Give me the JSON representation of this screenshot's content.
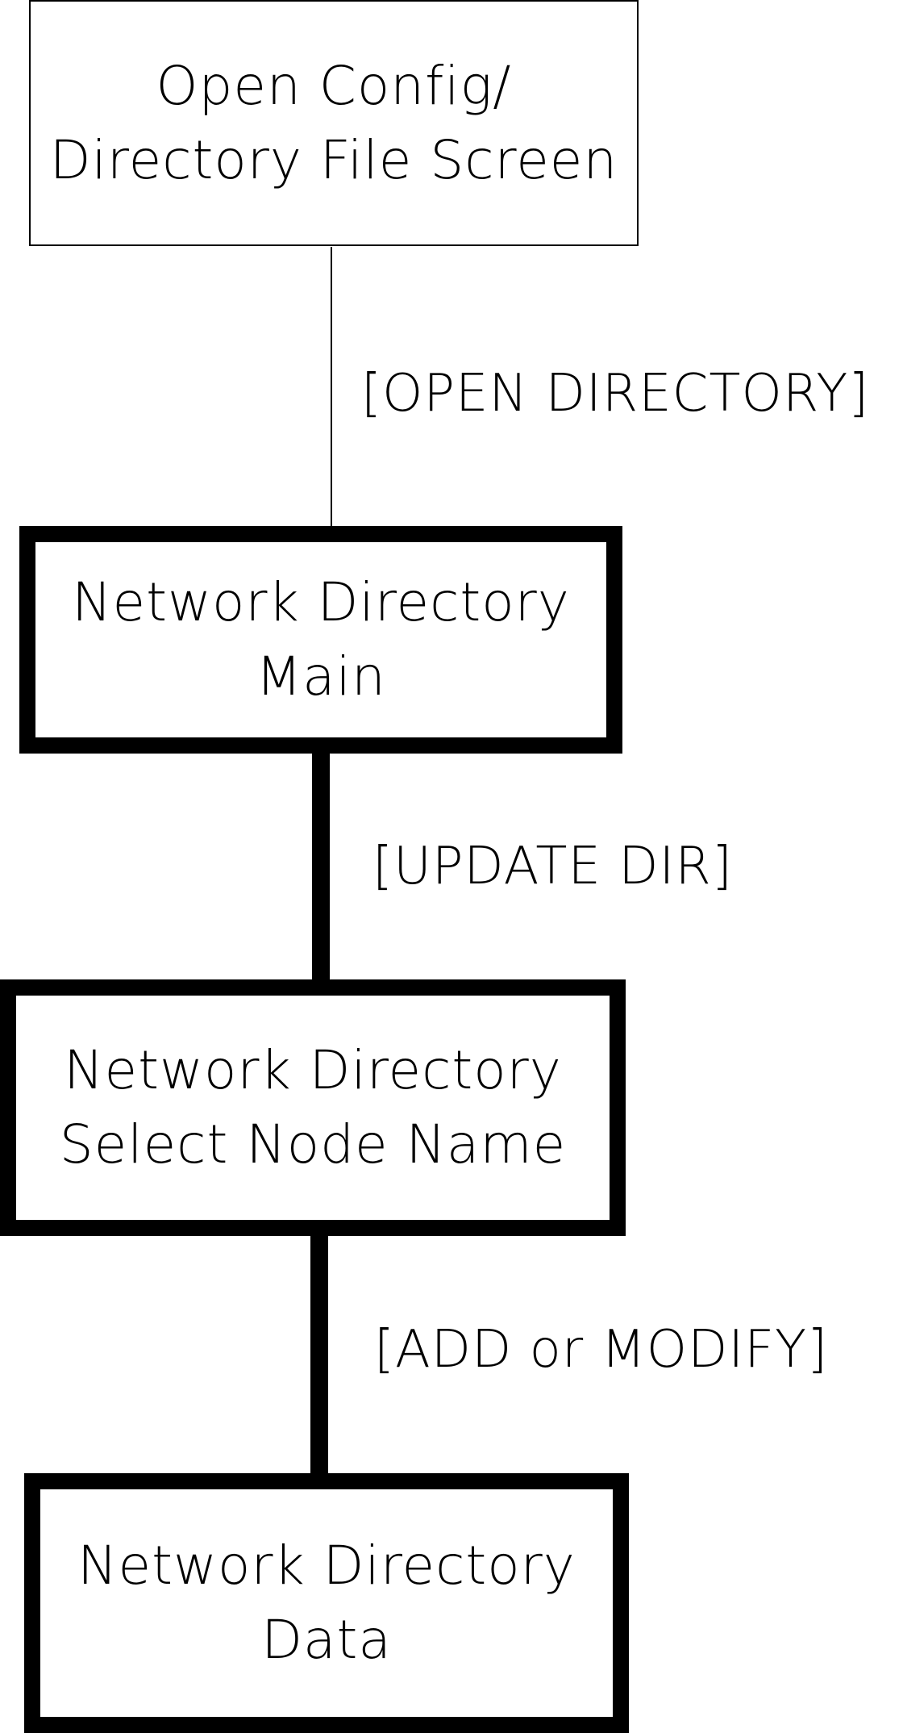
{
  "diagram": {
    "nodes": [
      {
        "id": "open-config",
        "lines": [
          "Open Config/",
          "Directory File Screen"
        ]
      },
      {
        "id": "main",
        "lines": [
          "Network Directory",
          "Main"
        ]
      },
      {
        "id": "select-node",
        "lines": [
          "Network Directory",
          "Select Node Name"
        ]
      },
      {
        "id": "data",
        "lines": [
          "Network Directory",
          "Data"
        ]
      }
    ],
    "edges": [
      {
        "from": "open-config",
        "to": "main",
        "label": "[OPEN DIRECTORY]"
      },
      {
        "from": "main",
        "to": "select-node",
        "label": "[UPDATE DIR]"
      },
      {
        "from": "select-node",
        "to": "data",
        "label": "[ADD or MODIFY]"
      }
    ]
  }
}
